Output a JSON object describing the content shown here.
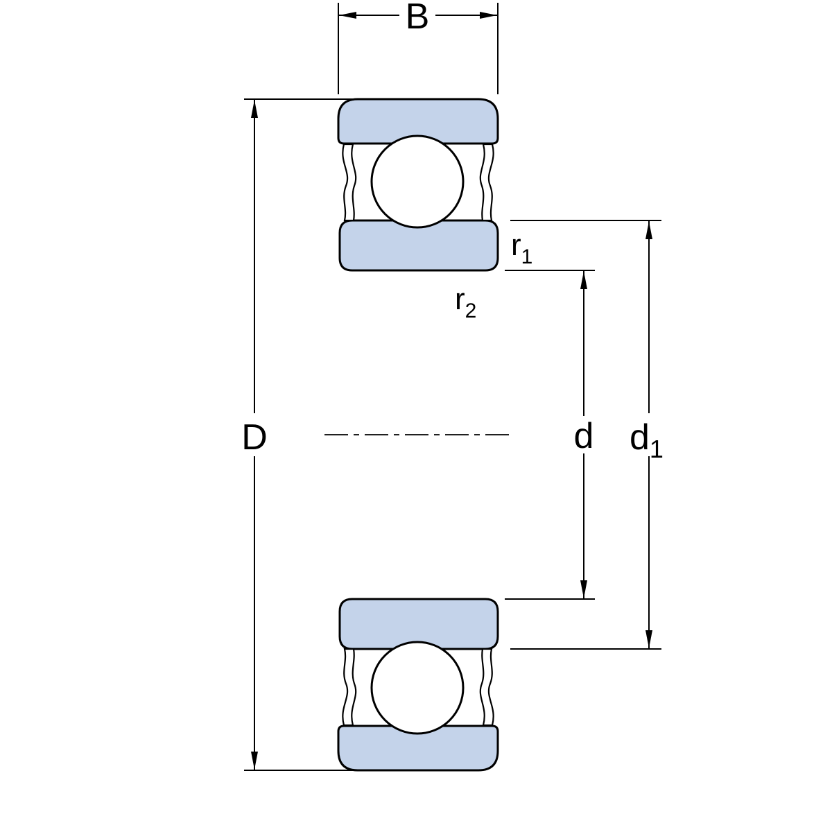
{
  "diagram": {
    "labels": {
      "width_B": "B",
      "outer_diameter_D": "D",
      "bore_diameter_d": "d",
      "d1_base": "d",
      "d1_sub": "1",
      "r1_base": "r",
      "r1_sub": "1",
      "r2_base": "r",
      "r2_sub": "2"
    },
    "colors": {
      "ring_fill": "#c4d3ea",
      "line": "#000000",
      "background": "#ffffff"
    }
  }
}
